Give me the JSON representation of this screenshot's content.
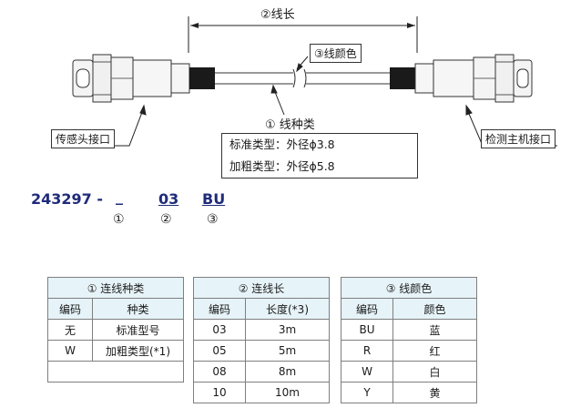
{
  "diagram": {
    "length_label": "②线长",
    "color_label": "③线颜色",
    "type_label": "①  线种类",
    "left_connector": "传感头接口",
    "right_connector": "检测主机接口",
    "spec_lines": [
      "标准类型：外径ϕ3.8",
      "加粗类型：外径ϕ5.8"
    ]
  },
  "part_code": {
    "prefix": "243297 -",
    "seg1": "_",
    "seg2": "03",
    "seg3": "BU",
    "n1": "①",
    "n2": "②",
    "n3": "③"
  },
  "tables": {
    "type": {
      "caption": "① 连线种类",
      "headers": [
        "编码",
        "种类"
      ],
      "rows": [
        [
          "无",
          "标准型号"
        ],
        [
          "W",
          "加粗类型(*1)"
        ]
      ]
    },
    "length": {
      "caption": "② 连线长",
      "headers": [
        "编码",
        "长度(*3)"
      ],
      "rows": [
        [
          "03",
          "3m"
        ],
        [
          "05",
          "5m"
        ],
        [
          "08",
          "8m"
        ],
        [
          "10",
          "10m"
        ]
      ]
    },
    "color": {
      "caption": "③ 线颜色",
      "headers": [
        "编码",
        "颜色"
      ],
      "rows": [
        [
          "BU",
          "蓝"
        ],
        [
          "R",
          "红"
        ],
        [
          "W",
          "白"
        ],
        [
          "Y",
          "黄"
        ]
      ]
    }
  }
}
